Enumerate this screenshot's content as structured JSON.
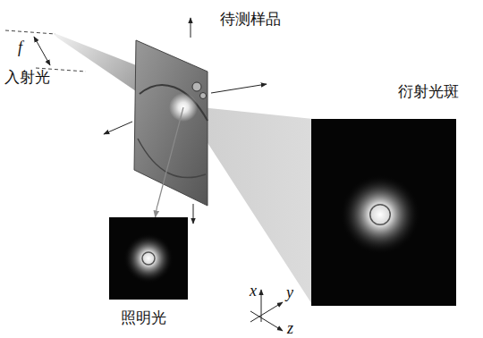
{
  "diagram": {
    "nodes": [
      {
        "text": [
          "待测样品"
        ]
      },
      {
        "text": [
          "衍射光斑"
        ]
      },
      {
        "text": [
          "照明光"
        ]
      }
    ],
    "edges": [
      {
        "from": 0,
        "to": 2,
        "arrow": "to"
      }
    ],
    "labels": [
      "f",
      "入射光",
      "x",
      "y",
      "z"
    ]
  }
}
